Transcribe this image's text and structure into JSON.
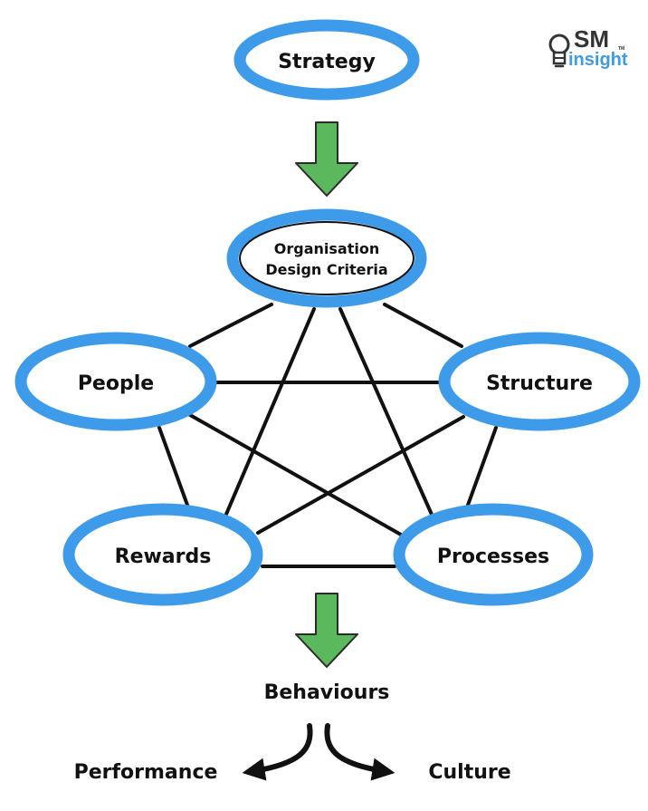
{
  "colors": {
    "ring": "#3d9be9",
    "arrow_fill": "#5cb85c",
    "arrow_stroke": "#2b2b2b",
    "line": "#111111",
    "logo_dark": "#333333",
    "logo_blue": "#3d9be9"
  },
  "nodes": {
    "strategy": "Strategy",
    "criteria_line1": "Organisation",
    "criteria_line2": "Design Criteria",
    "people": "People",
    "structure": "Structure",
    "rewards": "Rewards",
    "processes": "Processes"
  },
  "outcomes": {
    "behaviours": "Behaviours",
    "performance": "Performance",
    "culture": "Culture"
  },
  "logo": {
    "top": "SM",
    "bottom": "insight",
    "tm": "TM",
    "icon": "lightbulb-icon"
  }
}
